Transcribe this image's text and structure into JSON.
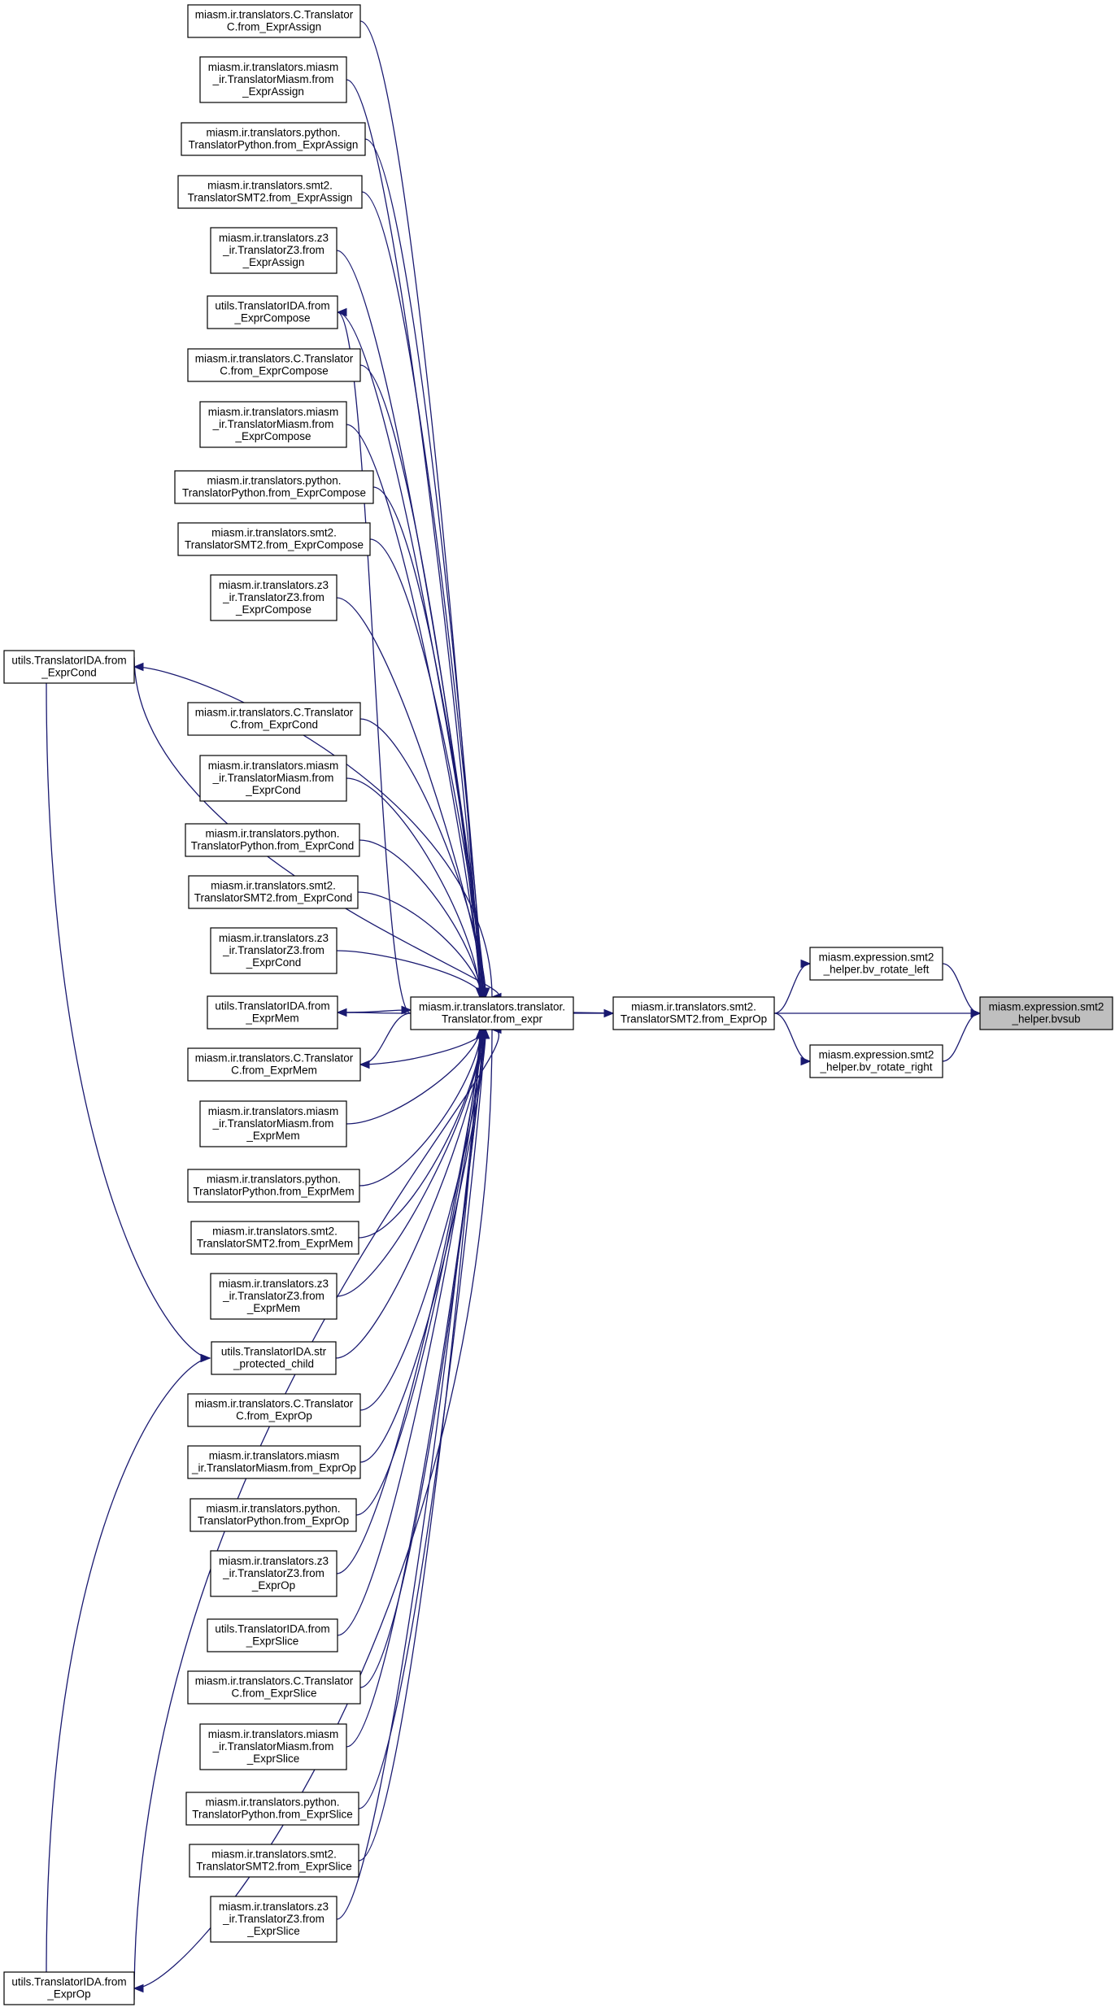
{
  "nodes": [
    {
      "id": "bvsub",
      "lines": [
        "miasm.expression.smt2",
        "_helper.bvsub"
      ],
      "highlight": true
    },
    {
      "id": "rotl",
      "lines": [
        "miasm.expression.smt2",
        "_helper.bv_rotate_left"
      ]
    },
    {
      "id": "rotr",
      "lines": [
        "miasm.expression.smt2",
        "_helper.bv_rotate_right"
      ]
    },
    {
      "id": "smt2op",
      "lines": [
        "miasm.ir.translators.smt2.",
        "TranslatorSMT2.from_ExprOp"
      ]
    },
    {
      "id": "fromexpr",
      "lines": [
        "miasm.ir.translators.translator.",
        "Translator.from_expr"
      ]
    },
    {
      "id": "ida_cond",
      "lines": [
        "utils.TranslatorIDA.from",
        "_ExprCond"
      ]
    },
    {
      "id": "ida_exprop",
      "lines": [
        "utils.TranslatorIDA.from",
        "_ExprOp"
      ]
    },
    {
      "id": "c_assign",
      "lines": [
        "miasm.ir.translators.C.Translator",
        "C.from_ExprAssign"
      ]
    },
    {
      "id": "miasm_assign",
      "lines": [
        "miasm.ir.translators.miasm",
        "_ir.TranslatorMiasm.from",
        "_ExprAssign"
      ]
    },
    {
      "id": "py_assign",
      "lines": [
        "miasm.ir.translators.python.",
        "TranslatorPython.from_ExprAssign"
      ]
    },
    {
      "id": "smt2_assign",
      "lines": [
        "miasm.ir.translators.smt2.",
        "TranslatorSMT2.from_ExprAssign"
      ]
    },
    {
      "id": "z3_assign",
      "lines": [
        "miasm.ir.translators.z3",
        "_ir.TranslatorZ3.from",
        "_ExprAssign"
      ]
    },
    {
      "id": "ida_compose",
      "lines": [
        "utils.TranslatorIDA.from",
        "_ExprCompose"
      ]
    },
    {
      "id": "c_compose",
      "lines": [
        "miasm.ir.translators.C.Translator",
        "C.from_ExprCompose"
      ]
    },
    {
      "id": "miasm_compose",
      "lines": [
        "miasm.ir.translators.miasm",
        "_ir.TranslatorMiasm.from",
        "_ExprCompose"
      ]
    },
    {
      "id": "py_compose",
      "lines": [
        "miasm.ir.translators.python.",
        "TranslatorPython.from_ExprCompose"
      ]
    },
    {
      "id": "smt2_compose",
      "lines": [
        "miasm.ir.translators.smt2.",
        "TranslatorSMT2.from_ExprCompose"
      ]
    },
    {
      "id": "z3_compose",
      "lines": [
        "miasm.ir.translators.z3",
        "_ir.TranslatorZ3.from",
        "_ExprCompose"
      ]
    },
    {
      "id": "c_cond",
      "lines": [
        "miasm.ir.translators.C.Translator",
        "C.from_ExprCond"
      ]
    },
    {
      "id": "miasm_cond",
      "lines": [
        "miasm.ir.translators.miasm",
        "_ir.TranslatorMiasm.from",
        "_ExprCond"
      ]
    },
    {
      "id": "py_cond",
      "lines": [
        "miasm.ir.translators.python.",
        "TranslatorPython.from_ExprCond"
      ]
    },
    {
      "id": "smt2_cond",
      "lines": [
        "miasm.ir.translators.smt2.",
        "TranslatorSMT2.from_ExprCond"
      ]
    },
    {
      "id": "z3_cond",
      "lines": [
        "miasm.ir.translators.z3",
        "_ir.TranslatorZ3.from",
        "_ExprCond"
      ]
    },
    {
      "id": "ida_mem",
      "lines": [
        "utils.TranslatorIDA.from",
        "_ExprMem"
      ]
    },
    {
      "id": "c_mem",
      "lines": [
        "miasm.ir.translators.C.Translator",
        "C.from_ExprMem"
      ]
    },
    {
      "id": "miasm_mem",
      "lines": [
        "miasm.ir.translators.miasm",
        "_ir.TranslatorMiasm.from",
        "_ExprMem"
      ]
    },
    {
      "id": "py_mem",
      "lines": [
        "miasm.ir.translators.python.",
        "TranslatorPython.from_ExprMem"
      ]
    },
    {
      "id": "smt2_mem",
      "lines": [
        "miasm.ir.translators.smt2.",
        "TranslatorSMT2.from_ExprMem"
      ]
    },
    {
      "id": "z3_mem",
      "lines": [
        "miasm.ir.translators.z3",
        "_ir.TranslatorZ3.from",
        "_ExprMem"
      ]
    },
    {
      "id": "ida_strprot",
      "lines": [
        "utils.TranslatorIDA.str",
        "_protected_child"
      ]
    },
    {
      "id": "c_op",
      "lines": [
        "miasm.ir.translators.C.Translator",
        "C.from_ExprOp"
      ]
    },
    {
      "id": "miasm_op",
      "lines": [
        "miasm.ir.translators.miasm",
        "_ir.TranslatorMiasm.from_ExprOp"
      ]
    },
    {
      "id": "py_op",
      "lines": [
        "miasm.ir.translators.python.",
        "TranslatorPython.from_ExprOp"
      ]
    },
    {
      "id": "z3_op",
      "lines": [
        "miasm.ir.translators.z3",
        "_ir.TranslatorZ3.from",
        "_ExprOp"
      ]
    },
    {
      "id": "ida_slice",
      "lines": [
        "utils.TranslatorIDA.from",
        "_ExprSlice"
      ]
    },
    {
      "id": "c_slice",
      "lines": [
        "miasm.ir.translators.C.Translator",
        "C.from_ExprSlice"
      ]
    },
    {
      "id": "miasm_slice",
      "lines": [
        "miasm.ir.translators.miasm",
        "_ir.TranslatorMiasm.from",
        "_ExprSlice"
      ]
    },
    {
      "id": "py_slice",
      "lines": [
        "miasm.ir.translators.python.",
        "TranslatorPython.from_ExprSlice"
      ]
    },
    {
      "id": "smt2_slice",
      "lines": [
        "miasm.ir.translators.smt2.",
        "TranslatorSMT2.from_ExprSlice"
      ]
    },
    {
      "id": "z3_slice",
      "lines": [
        "miasm.ir.translators.z3",
        "_ir.TranslatorZ3.from",
        "_ExprSlice"
      ]
    }
  ],
  "edges": [
    {
      "from": "rotl",
      "to": "bvsub"
    },
    {
      "from": "rotr",
      "to": "bvsub"
    },
    {
      "from": "smt2op",
      "to": "bvsub"
    },
    {
      "from": "smt2op",
      "to": "rotl"
    },
    {
      "from": "smt2op",
      "to": "rotr"
    },
    {
      "from": "fromexpr",
      "to": "smt2op"
    },
    {
      "from": "smt2op",
      "to": "fromexpr"
    },
    {
      "from": "c_assign",
      "to": "fromexpr"
    },
    {
      "from": "miasm_assign",
      "to": "fromexpr"
    },
    {
      "from": "py_assign",
      "to": "fromexpr"
    },
    {
      "from": "smt2_assign",
      "to": "fromexpr"
    },
    {
      "from": "z3_assign",
      "to": "fromexpr"
    },
    {
      "from": "ida_compose",
      "to": "fromexpr"
    },
    {
      "from": "c_compose",
      "to": "fromexpr"
    },
    {
      "from": "miasm_compose",
      "to": "fromexpr"
    },
    {
      "from": "py_compose",
      "to": "fromexpr"
    },
    {
      "from": "smt2_compose",
      "to": "fromexpr"
    },
    {
      "from": "z3_compose",
      "to": "fromexpr"
    },
    {
      "from": "ida_cond",
      "to": "fromexpr"
    },
    {
      "from": "c_cond",
      "to": "fromexpr"
    },
    {
      "from": "miasm_cond",
      "to": "fromexpr"
    },
    {
      "from": "py_cond",
      "to": "fromexpr"
    },
    {
      "from": "smt2_cond",
      "to": "fromexpr"
    },
    {
      "from": "z3_cond",
      "to": "fromexpr"
    },
    {
      "from": "ida_mem",
      "to": "fromexpr"
    },
    {
      "from": "c_mem",
      "to": "fromexpr"
    },
    {
      "from": "miasm_mem",
      "to": "fromexpr"
    },
    {
      "from": "py_mem",
      "to": "fromexpr"
    },
    {
      "from": "smt2_mem",
      "to": "fromexpr"
    },
    {
      "from": "z3_mem",
      "to": "fromexpr"
    },
    {
      "from": "ida_strprot",
      "to": "fromexpr"
    },
    {
      "from": "c_op",
      "to": "fromexpr"
    },
    {
      "from": "miasm_op",
      "to": "fromexpr"
    },
    {
      "from": "py_op",
      "to": "fromexpr"
    },
    {
      "from": "z3_op",
      "to": "fromexpr"
    },
    {
      "from": "ida_slice",
      "to": "fromexpr"
    },
    {
      "from": "c_slice",
      "to": "fromexpr"
    },
    {
      "from": "miasm_slice",
      "to": "fromexpr"
    },
    {
      "from": "py_slice",
      "to": "fromexpr"
    },
    {
      "from": "smt2_slice",
      "to": "fromexpr"
    },
    {
      "from": "z3_slice",
      "to": "fromexpr"
    },
    {
      "from": "ida_exprop",
      "to": "fromexpr"
    },
    {
      "from": "fromexpr",
      "to": "ida_cond"
    },
    {
      "from": "fromexpr",
      "to": "ida_compose"
    },
    {
      "from": "fromexpr",
      "to": "ida_mem"
    },
    {
      "from": "fromexpr",
      "to": "c_mem"
    },
    {
      "from": "fromexpr",
      "to": "ida_exprop"
    },
    {
      "from": "ida_cond",
      "to": "ida_strprot"
    },
    {
      "from": "ida_exprop",
      "to": "ida_strprot"
    }
  ],
  "colors": {
    "edge": "#191970",
    "highlight_fill": "#bfbfbf",
    "node_border": "#000000"
  }
}
